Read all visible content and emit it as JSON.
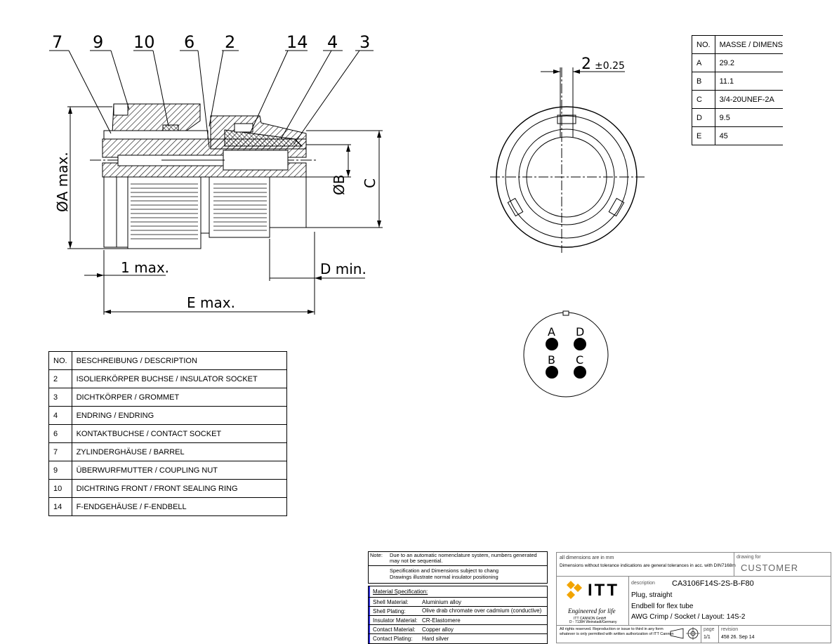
{
  "balloons": [
    "7",
    "9",
    "10",
    "6",
    "2",
    "14",
    "4",
    "3"
  ],
  "dim_labels": {
    "a": "ØA max.",
    "b": "ØB",
    "c": "C",
    "one_max": "1 max.",
    "d_min": "D min.",
    "e_max": "E max.",
    "keyway": "2",
    "keyway_tol": "±0.25"
  },
  "pins": [
    "A",
    "D",
    "B",
    "C"
  ],
  "dims_table": {
    "header": [
      "NO.",
      "MASSE / DIMENSION"
    ],
    "rows": [
      [
        "A",
        "29.2"
      ],
      [
        "B",
        "11.1"
      ],
      [
        "C",
        "3/4-20UNEF-2A"
      ],
      [
        "D",
        "9.5"
      ],
      [
        "E",
        "45"
      ]
    ]
  },
  "parts_table": {
    "header": [
      "NO.",
      "BESCHREIBUNG / DESCRIPTION"
    ],
    "rows": [
      [
        "2",
        "ISOLIERKÖRPER BUCHSE / INSULATOR SOCKET"
      ],
      [
        "3",
        "DICHTKÖRPER / GROMMET"
      ],
      [
        "4",
        "ENDRING / ENDRING"
      ],
      [
        "6",
        "KONTAKTBUCHSE / CONTACT SOCKET"
      ],
      [
        "7",
        "ZYLINDERGHÄUSE / BARREL"
      ],
      [
        "9",
        "ÜBERWURFMUTTER / COUPLING NUT"
      ],
      [
        "10",
        "DICHTRING FRONT / FRONT SEALING RING"
      ],
      [
        "14",
        "F-ENDGEHÄUSE / F-ENDBELL"
      ]
    ]
  },
  "notes": {
    "label": "Note:",
    "line1": "Due to an automatic nomenclature system, numbers generated",
    "line2": "may not be sequential.",
    "line3": "Specification and Dimensions subject to chang",
    "line4": "Drawings illustrate normal insulator positioning"
  },
  "material": {
    "title": "Material Specification:",
    "rows": [
      [
        "Shell Material:",
        "Aluminium alloy"
      ],
      [
        "Shell Plating:",
        "Olive drab chromate over cadmium (conductive)"
      ],
      [
        "Insulator Material:",
        "CR-Elastomere"
      ],
      [
        "Contact Material:",
        "Copper alloy"
      ],
      [
        "Contact Plating:",
        "Hard silver"
      ]
    ]
  },
  "title_block": {
    "dims_note1": "all dimensions are in mm",
    "dims_note2": "Dimensions without tolerance indications are general tolerances in acc. with DIN7168m",
    "drawing_for_label": "drawing for",
    "drawing_for": "CUSTOMER",
    "logo_text": "ITT",
    "tagline": "Engineered for life",
    "company1": "ITT CANNON GmbH",
    "company2": "D - 71384 Weinstadt/Germany",
    "description_label": "description",
    "part_number": "CA3106F14S-2S-B-F80",
    "desc1": "Plug, straight",
    "desc2": "Endbell for flex tube",
    "desc3": "AWG Crimp / Socket / Layout: 14S-2",
    "rights1": "All rights reserved. Reproduction or issue to third in any form",
    "rights2": "whatever is only permitted with written authorization of ITT Cannon",
    "page_label": "page",
    "page": "1/1",
    "revision_label": "revision",
    "revision": "458 26. Sep 14"
  }
}
